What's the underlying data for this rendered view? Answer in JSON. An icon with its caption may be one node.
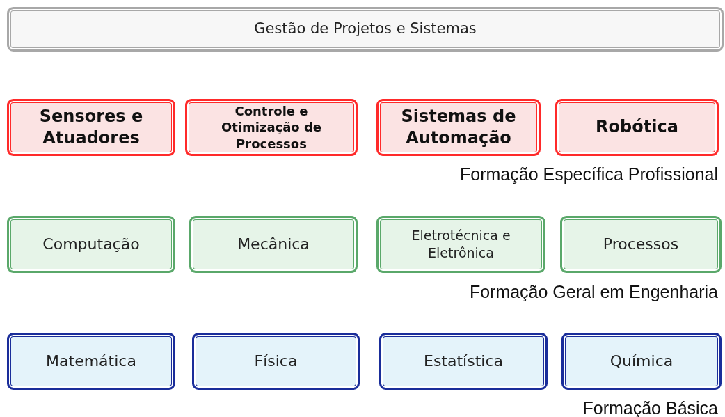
{
  "diagram": {
    "nodes": [
      {
        "text": [
          "Gestão de Projetos e Sistemas"
        ]
      },
      {
        "text": [
          "Sensores e Atuadores"
        ]
      },
      {
        "text": [
          "Controle e Otimização de Processos"
        ]
      },
      {
        "text": [
          "Sistemas de Automação"
        ]
      },
      {
        "text": [
          "Robótica"
        ]
      },
      {
        "text": [
          "Computação"
        ]
      },
      {
        "text": [
          "Mecânica"
        ]
      },
      {
        "text": [
          "Eletrotécnica e Eletrônica"
        ]
      },
      {
        "text": [
          "Processos"
        ]
      },
      {
        "text": [
          "Matemática"
        ]
      },
      {
        "text": [
          "Física"
        ]
      },
      {
        "text": [
          "Estatística"
        ]
      },
      {
        "text": [
          "Química"
        ]
      }
    ],
    "labels": [
      "Formação Específica Profissional",
      "Formação Geral em Engenharia",
      "Formação Básica"
    ]
  }
}
